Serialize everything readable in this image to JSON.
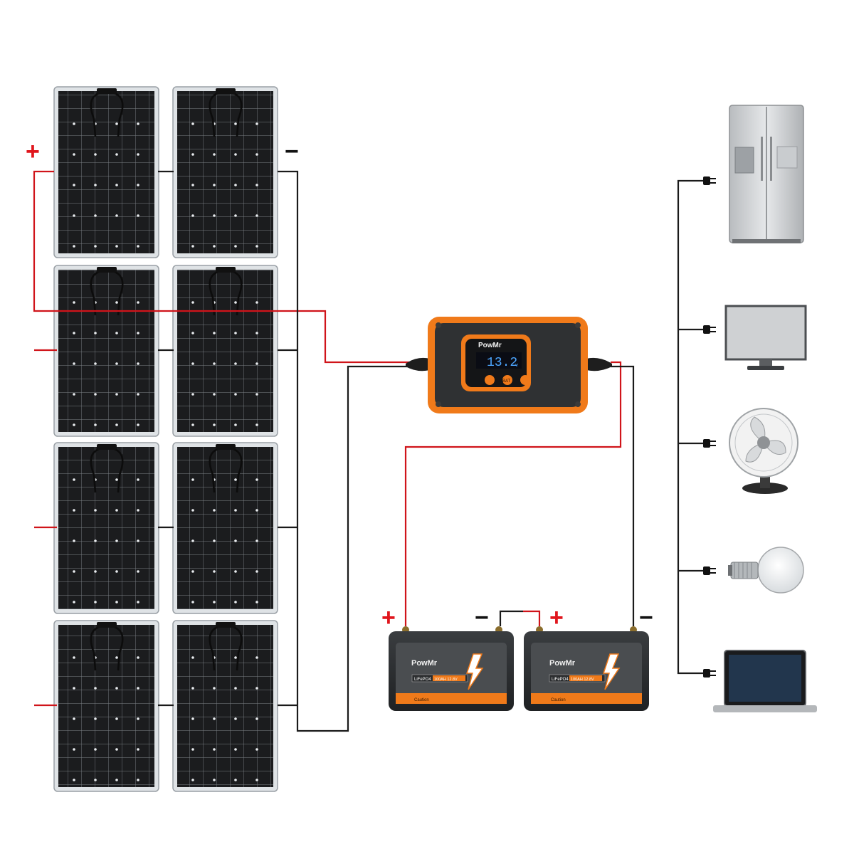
{
  "controller": {
    "brand": "PowMr",
    "display_reading": "13.2",
    "display_unit": "v",
    "button_middle": "BAT"
  },
  "batteries": [
    {
      "brand": "PowMr",
      "chem": "LiFePO4",
      "rating": "100AH 12.8V",
      "footer": "Caution"
    },
    {
      "brand": "PowMr",
      "chem": "LiFePO4",
      "rating": "100AH 12.8V",
      "footer": "Caution"
    }
  ],
  "polarity": {
    "panel_positive": "+",
    "panel_negative": "−",
    "battery1_positive": "+",
    "battery1_negative": "−",
    "battery2_positive": "+",
    "battery2_negative": "−"
  },
  "colors": {
    "positive_wire": "#d0141a",
    "negative_wire": "#1a1a1a",
    "controller_accent": "#f07a1a",
    "lcd_text": "#4da6ff"
  },
  "loads": [
    "refrigerator-icon",
    "monitor-icon",
    "fan-icon",
    "light-bulb-icon",
    "laptop-icon"
  ]
}
